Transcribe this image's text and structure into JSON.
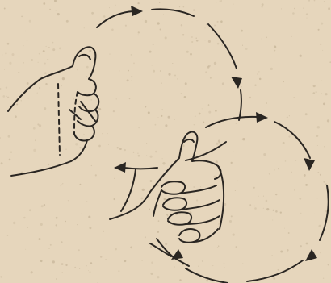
{
  "image": {
    "kind": "illustration",
    "colors": {
      "paper": "#e6d6bc",
      "paper_speckle": "#c8b79b",
      "ink": "#2a2622"
    },
    "icons": [
      "fist-thumb-up-left",
      "fist-thumb-up-right",
      "arrow-head",
      "circular-path"
    ]
  }
}
